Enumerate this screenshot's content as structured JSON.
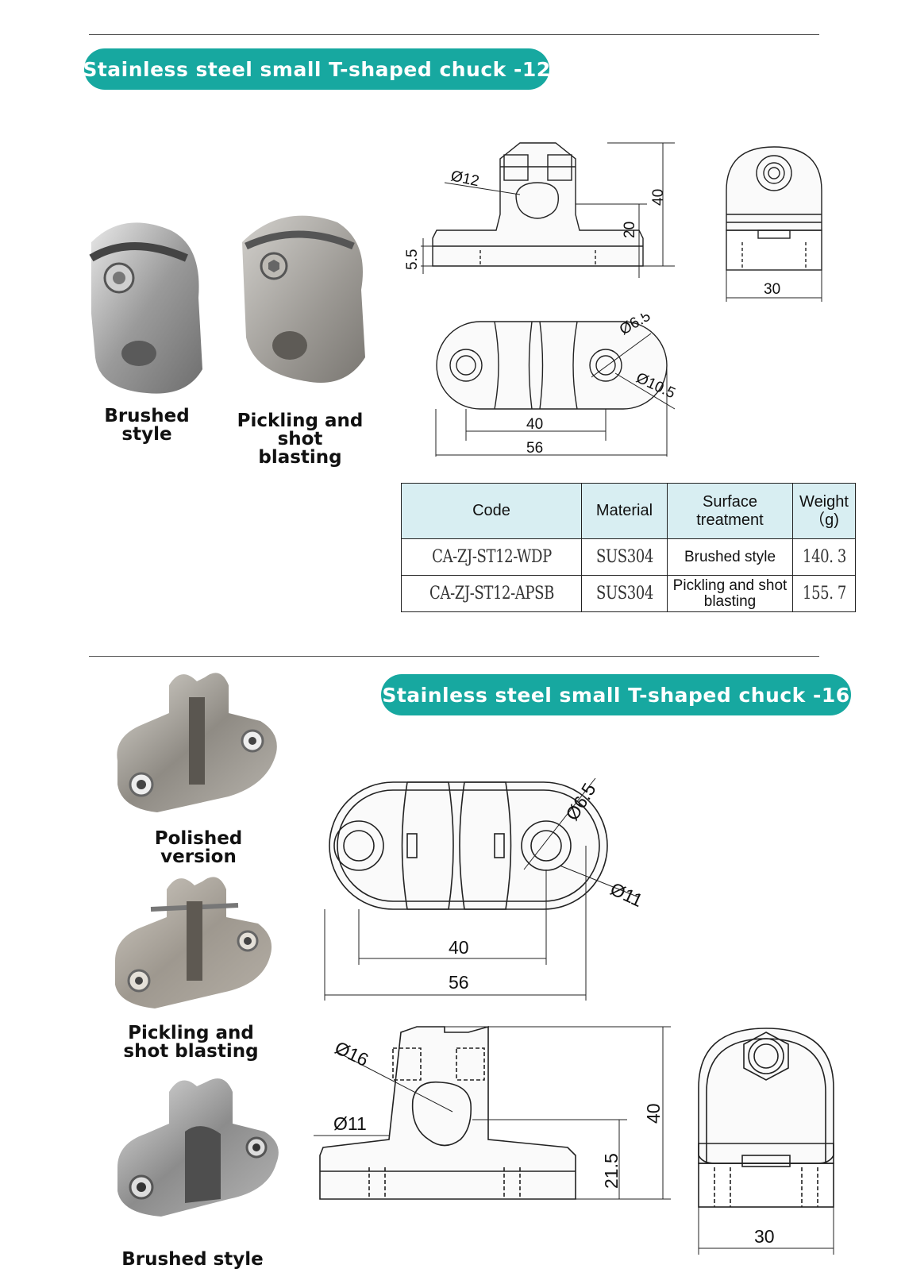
{
  "section1": {
    "title": "Stainless steel small T-shaped chuck -12",
    "photo_captions": [
      "Brushed style",
      "Pickling and shot blasting"
    ],
    "dims": {
      "pipe_dia": "Ø12",
      "height": "40",
      "mid_height": "20",
      "base_thk": "5.5",
      "width": "30",
      "hole_dia": "Ø6.5",
      "counterbore_dia": "Ø10.5",
      "hole_spacing": "40",
      "length": "56"
    },
    "table": {
      "headers": [
        "Code",
        "Material",
        "Surface treatment",
        "Weight（g)"
      ],
      "rows": [
        [
          "CA-ZJ-ST12-WDP",
          "SUS304",
          "Brushed style",
          "140. 3"
        ],
        [
          "CA-ZJ-ST12-APSB",
          "SUS304",
          "Pickling and shot blasting",
          "155. 7"
        ]
      ]
    }
  },
  "section2": {
    "title": "Stainless steel small T-shaped chuck -16",
    "photo_captions": [
      "Polished version",
      "Pickling and shot blasting",
      "Brushed style"
    ],
    "dims": {
      "hole_dia": "Ø6.5",
      "counterbore_dia": "Ø11",
      "hole_spacing": "40",
      "length": "56",
      "pipe_dia": "Ø16",
      "side_dia": "Ø11",
      "mid_height": "21.5",
      "height": "40",
      "width": "30"
    }
  },
  "colors": {
    "accent": "#17a8a0",
    "table_header": "#d8eef2"
  }
}
